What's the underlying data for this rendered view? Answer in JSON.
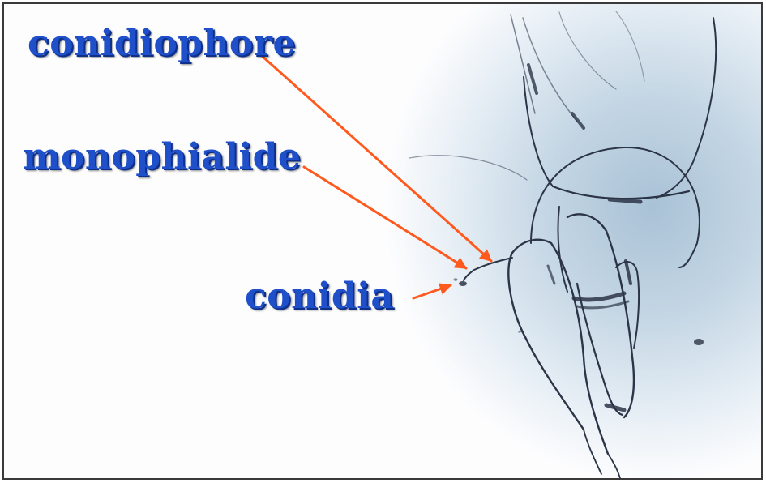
{
  "labels": {
    "conidiophore": "conidiophore",
    "monophialide": "monophialide",
    "conidia": "conidia"
  },
  "colors": {
    "label_text": "#1f4fc9",
    "arrow": "#ff5a1e",
    "hyphae": "#2c3447",
    "background_tint": "#a9c2d6"
  }
}
